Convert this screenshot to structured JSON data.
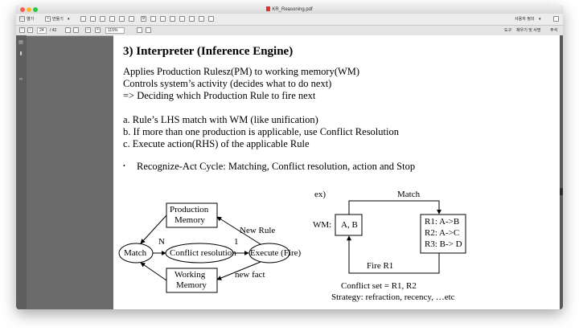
{
  "window": {
    "title": "KR_Reasoning.pdf"
  },
  "toolbar": {
    "open_label": "열기",
    "create_label": "만들기",
    "create_caret": "▾",
    "account_label": "사용자 정의",
    "account_caret": "▾"
  },
  "navbar": {
    "page_current": "24",
    "page_total": "/ 42",
    "zoom_value": "115%",
    "tools_label": "도구",
    "fill_sign_label": "채우기 및 서명",
    "comment_label": "주석"
  },
  "slide": {
    "heading": "3) Interpreter (Inference Engine)",
    "intro_lines": [
      "Applies Production Rulesz(PM) to working memory(WM)",
      "Controls system’s activity (decides what to do next)",
      "=> Deciding which Production Rule to fire next"
    ],
    "steps": [
      "a. Rule’s LHS match with WM (like unification)",
      "b. If more than one production is applicable, use Conflict Resolution",
      "c. Execute action(RHS) of the applicable Rule"
    ],
    "bullet_marker": "•",
    "cycle_line": "Recognize-Act Cycle:  Matching, Conflict resolution, action and Stop"
  },
  "left_diagram": {
    "production_memory": [
      "Production",
      "Memory"
    ],
    "working_memory": [
      "Working",
      "Memory"
    ],
    "match": "Match",
    "conflict_resolution": "Conflict resolution",
    "execute": "Execute (Fire)",
    "new_rule": "New Rule",
    "new_fact": "new fact",
    "n_label": "N",
    "one_label": "1"
  },
  "right_diagram": {
    "ex_label": "ex)",
    "match_label": "Match",
    "wm_label": "WM:",
    "wm_contents": "A, B",
    "rules": [
      "R1: A->B",
      "R2: A->C",
      "R3: B-> D"
    ],
    "fire_label": "Fire R1",
    "conflict_set": "Conflict set = R1, R2",
    "strategy": "Strategy: refraction, recency, …etc"
  }
}
